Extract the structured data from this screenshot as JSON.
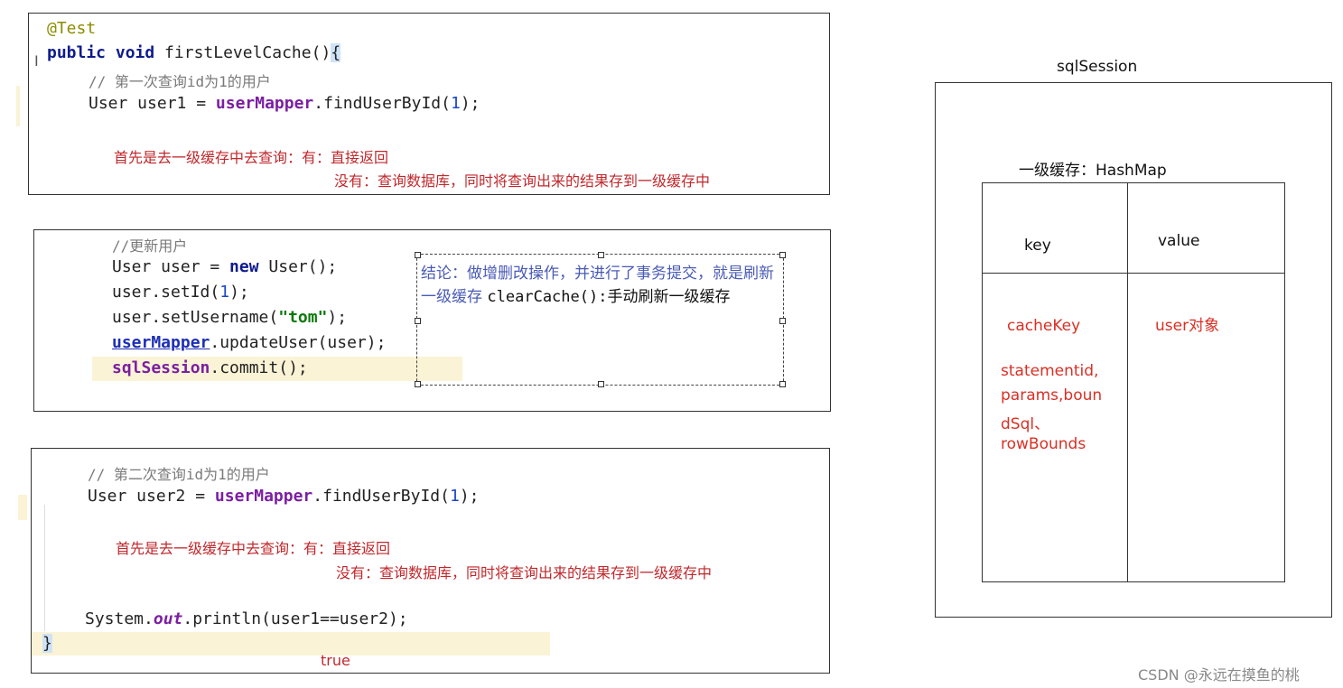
{
  "block1": {
    "annotation": "@Test",
    "signature": {
      "kw": "public void",
      "name": " firstLevelCache()",
      "brace": "{"
    },
    "comment": "// 第一次查询id为1的用户",
    "stmt": {
      "pre": "User user1 = ",
      "field": "userMapper",
      "call": ".findUserById(",
      "arg": "1",
      "end": ");"
    },
    "note1": "首先是去一级缓存中去查询：有：直接返回",
    "note2": "没有：查询数据库，同时将查询出来的结果存到一级缓存中"
  },
  "block2": {
    "comment": "//更新用户",
    "line1": {
      "pre": "User user = ",
      "kw": "new",
      "post": " User();"
    },
    "line2": {
      "pre": "user.setId(",
      "arg": "1",
      "end": ");"
    },
    "line3": {
      "pre": "user.setUsername(",
      "arg": "\"tom\"",
      "end": ");"
    },
    "line4": {
      "field": "userMapper",
      "post": ".updateUser(user);"
    },
    "line5": {
      "field": "sqlSession",
      "post": ".commit();"
    },
    "conclusion": {
      "blue": "结论：做增删改操作，并进行了事务提交，就是刷新一级缓存 ",
      "black": "clearCache():手动刷新一级缓存"
    }
  },
  "block3": {
    "comment": "// 第二次查询id为1的用户",
    "stmt": {
      "pre": "User user2 = ",
      "field": "userMapper",
      "call": ".findUserById(",
      "arg": "1",
      "end": ");"
    },
    "note1": "首先是去一级缓存中去查询：有：直接返回",
    "note2": "没有：查询数据库，同时将查询出来的结果存到一级缓存中",
    "print": {
      "pre": "System.",
      "out": "out",
      "post": ".println(user1==user2);"
    },
    "close": "}",
    "result": "true"
  },
  "diagram": {
    "session_label": "sqlSession",
    "cache_label": "一级缓存：HashMap",
    "col_key": "key",
    "col_value": "value",
    "cache_key": "cacheKey",
    "key_parts": [
      "statementid,",
      "params,boun",
      "dSql、",
      "rowBounds"
    ],
    "value_text": "user对象"
  },
  "watermark": "CSDN @永远在摸鱼的桃",
  "colors": {
    "annotation_red": "#c0282c",
    "diagram_red": "#d93025",
    "conclusion_blue": "#4a5bb5"
  }
}
